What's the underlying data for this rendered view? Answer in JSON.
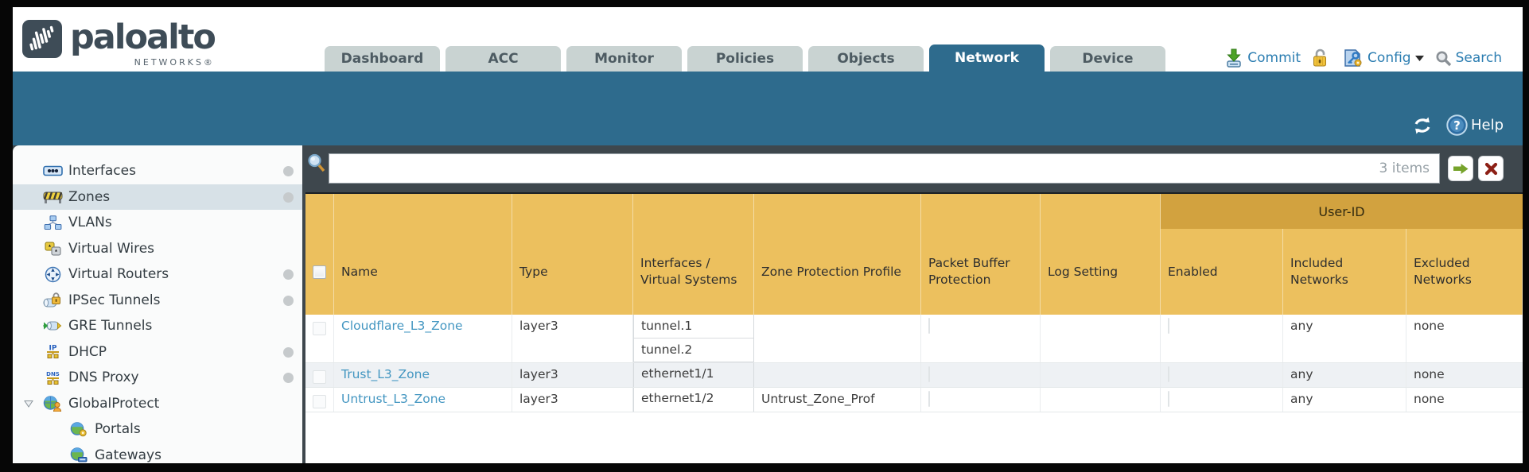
{
  "brand": {
    "name": "paloalto",
    "sub": "NETWORKS®"
  },
  "nav": {
    "tabs": [
      {
        "label": "Dashboard",
        "active": false
      },
      {
        "label": "ACC",
        "active": false
      },
      {
        "label": "Monitor",
        "active": false
      },
      {
        "label": "Policies",
        "active": false
      },
      {
        "label": "Objects",
        "active": false
      },
      {
        "label": "Network",
        "active": true
      },
      {
        "label": "Device",
        "active": false
      }
    ],
    "commit_label": "Commit",
    "config_label": "Config",
    "search_label": "Search"
  },
  "band": {
    "help_label": "Help"
  },
  "sidebar": {
    "items": [
      {
        "label": "Interfaces",
        "icon": "interfaces-icon",
        "dot": true
      },
      {
        "label": "Zones",
        "icon": "zones-icon",
        "dot": true,
        "selected": true
      },
      {
        "label": "VLANs",
        "icon": "vlans-icon"
      },
      {
        "label": "Virtual Wires",
        "icon": "virtual-wires-icon"
      },
      {
        "label": "Virtual Routers",
        "icon": "virtual-routers-icon",
        "dot": true
      },
      {
        "label": "IPSec Tunnels",
        "icon": "ipsec-tunnels-icon",
        "dot": true
      },
      {
        "label": "GRE Tunnels",
        "icon": "gre-tunnels-icon"
      },
      {
        "label": "DHCP",
        "icon": "dhcp-icon",
        "dot": true
      },
      {
        "label": "DNS Proxy",
        "icon": "dns-proxy-icon",
        "dot": true
      },
      {
        "label": "GlobalProtect",
        "icon": "globalprotect-icon",
        "expandable": true
      },
      {
        "label": "Portals",
        "icon": "portals-icon",
        "child": true
      },
      {
        "label": "Gateways",
        "icon": "gateways-icon",
        "child": true
      }
    ]
  },
  "filter": {
    "value": "",
    "count_label": "3 items"
  },
  "table": {
    "group_header": "User-ID",
    "columns": [
      "Name",
      "Type",
      "Interfaces / Virtual Systems",
      "Zone Protection Profile",
      "Packet Buffer Protection",
      "Log Setting",
      "Enabled",
      "Included Networks",
      "Excluded Networks"
    ],
    "rows": [
      {
        "name": "Cloudflare_L3_Zone",
        "type": "layer3",
        "interfaces": [
          "tunnel.1",
          "tunnel.2"
        ],
        "zone_protection_profile": "",
        "log_setting": "",
        "included_networks": "any",
        "excluded_networks": "none"
      },
      {
        "name": "Trust_L3_Zone",
        "type": "layer3",
        "interfaces": [
          "ethernet1/1"
        ],
        "zone_protection_profile": "",
        "log_setting": "",
        "included_networks": "any",
        "excluded_networks": "none"
      },
      {
        "name": "Untrust_L3_Zone",
        "type": "layer3",
        "interfaces": [
          "ethernet1/2"
        ],
        "zone_protection_profile": "Untrust_Zone_Prof",
        "log_setting": "",
        "included_networks": "any",
        "excluded_networks": "none"
      }
    ]
  },
  "colors": {
    "accent_teal": "#2e6b8d",
    "header_orange": "#ecc05e",
    "group_orange": "#d2a23f",
    "link_blue": "#4396c1"
  }
}
